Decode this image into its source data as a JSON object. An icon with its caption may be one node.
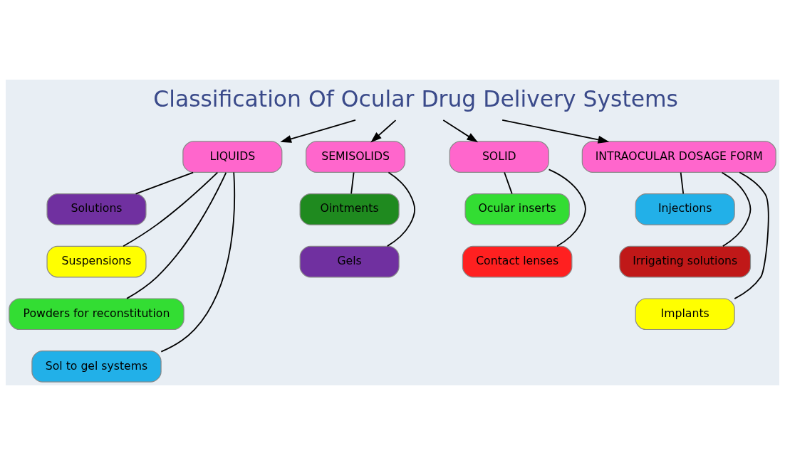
{
  "diagram": {
    "nodes": [
      {
        "text": [
          "Classification Of Ocular Drug Delivery Systems"
        ]
      },
      {
        "text": [
          "LIQUIDS"
        ]
      },
      {
        "text": [
          "Solutions"
        ]
      },
      {
        "text": [
          "Suspensions"
        ]
      },
      {
        "text": [
          "Powders for reconstitution"
        ]
      },
      {
        "text": [
          "Sol to gel systems"
        ]
      },
      {
        "text": [
          "SEMISOLIDS"
        ]
      },
      {
        "text": [
          "Ointments"
        ]
      },
      {
        "text": [
          "Gels"
        ]
      },
      {
        "text": [
          "SOLID"
        ]
      },
      {
        "text": [
          "Ocular inserts"
        ]
      },
      {
        "text": [
          "Contact lenses"
        ]
      },
      {
        "text": [
          "INTRAOCULAR DOSAGE FORM"
        ]
      },
      {
        "text": [
          "Injections"
        ]
      },
      {
        "text": [
          "Irrigating solutions"
        ]
      },
      {
        "text": [
          "Implants"
        ]
      }
    ],
    "edges": [
      {
        "from": 0,
        "to": 1,
        "arrow": "to"
      },
      {
        "from": 0,
        "to": 6,
        "arrow": "to"
      },
      {
        "from": 0,
        "to": 9,
        "arrow": "to"
      },
      {
        "from": 0,
        "to": 12,
        "arrow": "to"
      },
      {
        "from": 1,
        "to": 2,
        "arrow": "none"
      },
      {
        "from": 1,
        "to": 3,
        "arrow": "none"
      },
      {
        "from": 1,
        "to": 4,
        "arrow": "none"
      },
      {
        "from": 1,
        "to": 5,
        "arrow": "none"
      },
      {
        "from": 6,
        "to": 7,
        "arrow": "none"
      },
      {
        "from": 6,
        "to": 8,
        "arrow": "none"
      },
      {
        "from": 9,
        "to": 10,
        "arrow": "none"
      },
      {
        "from": 9,
        "to": 11,
        "arrow": "none"
      },
      {
        "from": 12,
        "to": 13,
        "arrow": "none"
      },
      {
        "from": 12,
        "to": 14,
        "arrow": "none"
      },
      {
        "from": 12,
        "to": 15,
        "arrow": "none"
      }
    ]
  }
}
